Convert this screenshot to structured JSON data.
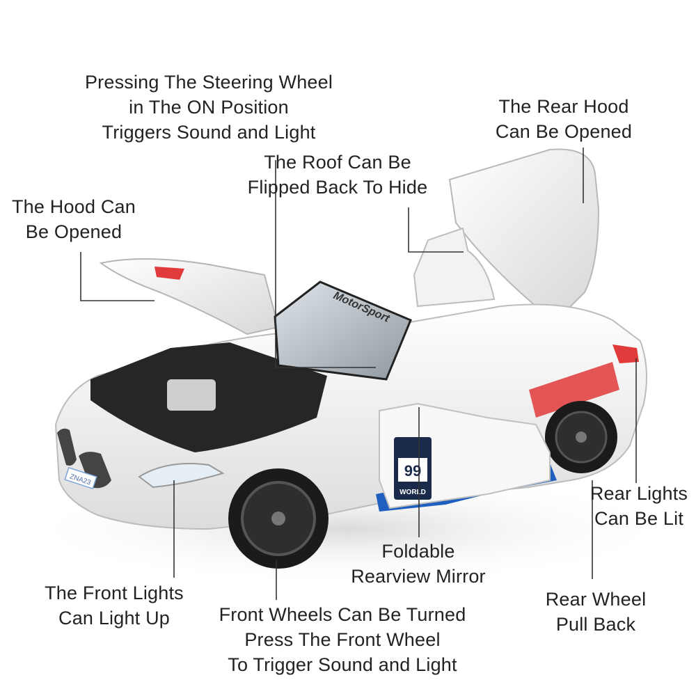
{
  "labels": {
    "steering": [
      "Pressing The Steering Wheel",
      "in The ON Position",
      "Triggers Sound and Light"
    ],
    "rear_hood": [
      "The Rear Hood",
      "Can Be Opened"
    ],
    "roof": [
      "The Roof Can Be",
      "Flipped Back To Hide"
    ],
    "hood": [
      "The Hood Can",
      "Be Opened"
    ],
    "rear_lights": [
      "Rear Lights",
      "Can Be Lit"
    ],
    "mirror": [
      "Foldable",
      "Rearview Mirror"
    ],
    "front_lights": [
      "The Front Lights",
      "Can Light Up"
    ],
    "front_wheels": [
      "Front Wheels Can Be Turned",
      "Press The Front Wheel",
      "To Trigger Sound and Light"
    ],
    "rear_wheel": [
      "Rear Wheel",
      "Pull Back"
    ]
  },
  "car": {
    "windshield_text": "MotorSport",
    "door_number": "99",
    "door_word": "WORLD",
    "plate_text": "ZNA23",
    "body_color": "#f4f4f4",
    "stripe_red": "#e03a3a",
    "stripe_blue": "#1f5fbf",
    "stripe_lightblue": "#6aa6e8"
  }
}
